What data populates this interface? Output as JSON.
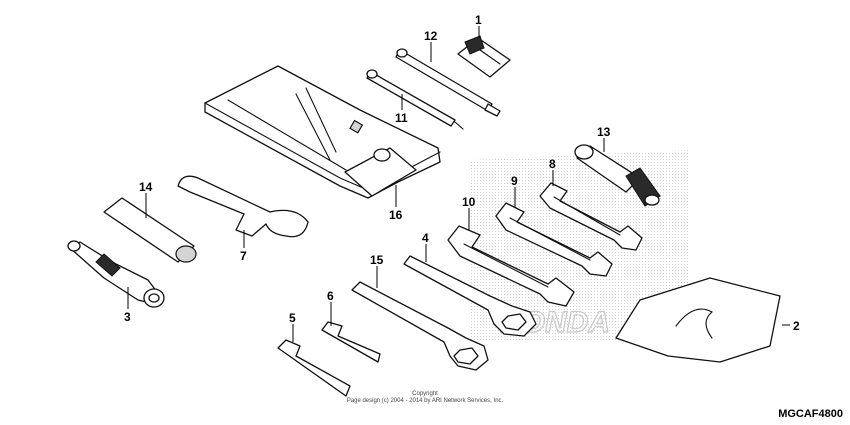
{
  "callouts": [
    "1",
    "2",
    "3",
    "4",
    "5",
    "6",
    "7",
    "8",
    "9",
    "10",
    "11",
    "12",
    "13",
    "14",
    "15",
    "16"
  ],
  "copyright": {
    "line1": "Copyright",
    "line2": "Page design (c) 2004 - 2014 by ARI Network Services, Inc."
  },
  "diagram_code": "MGCAF4800",
  "watermark": "HONDA"
}
